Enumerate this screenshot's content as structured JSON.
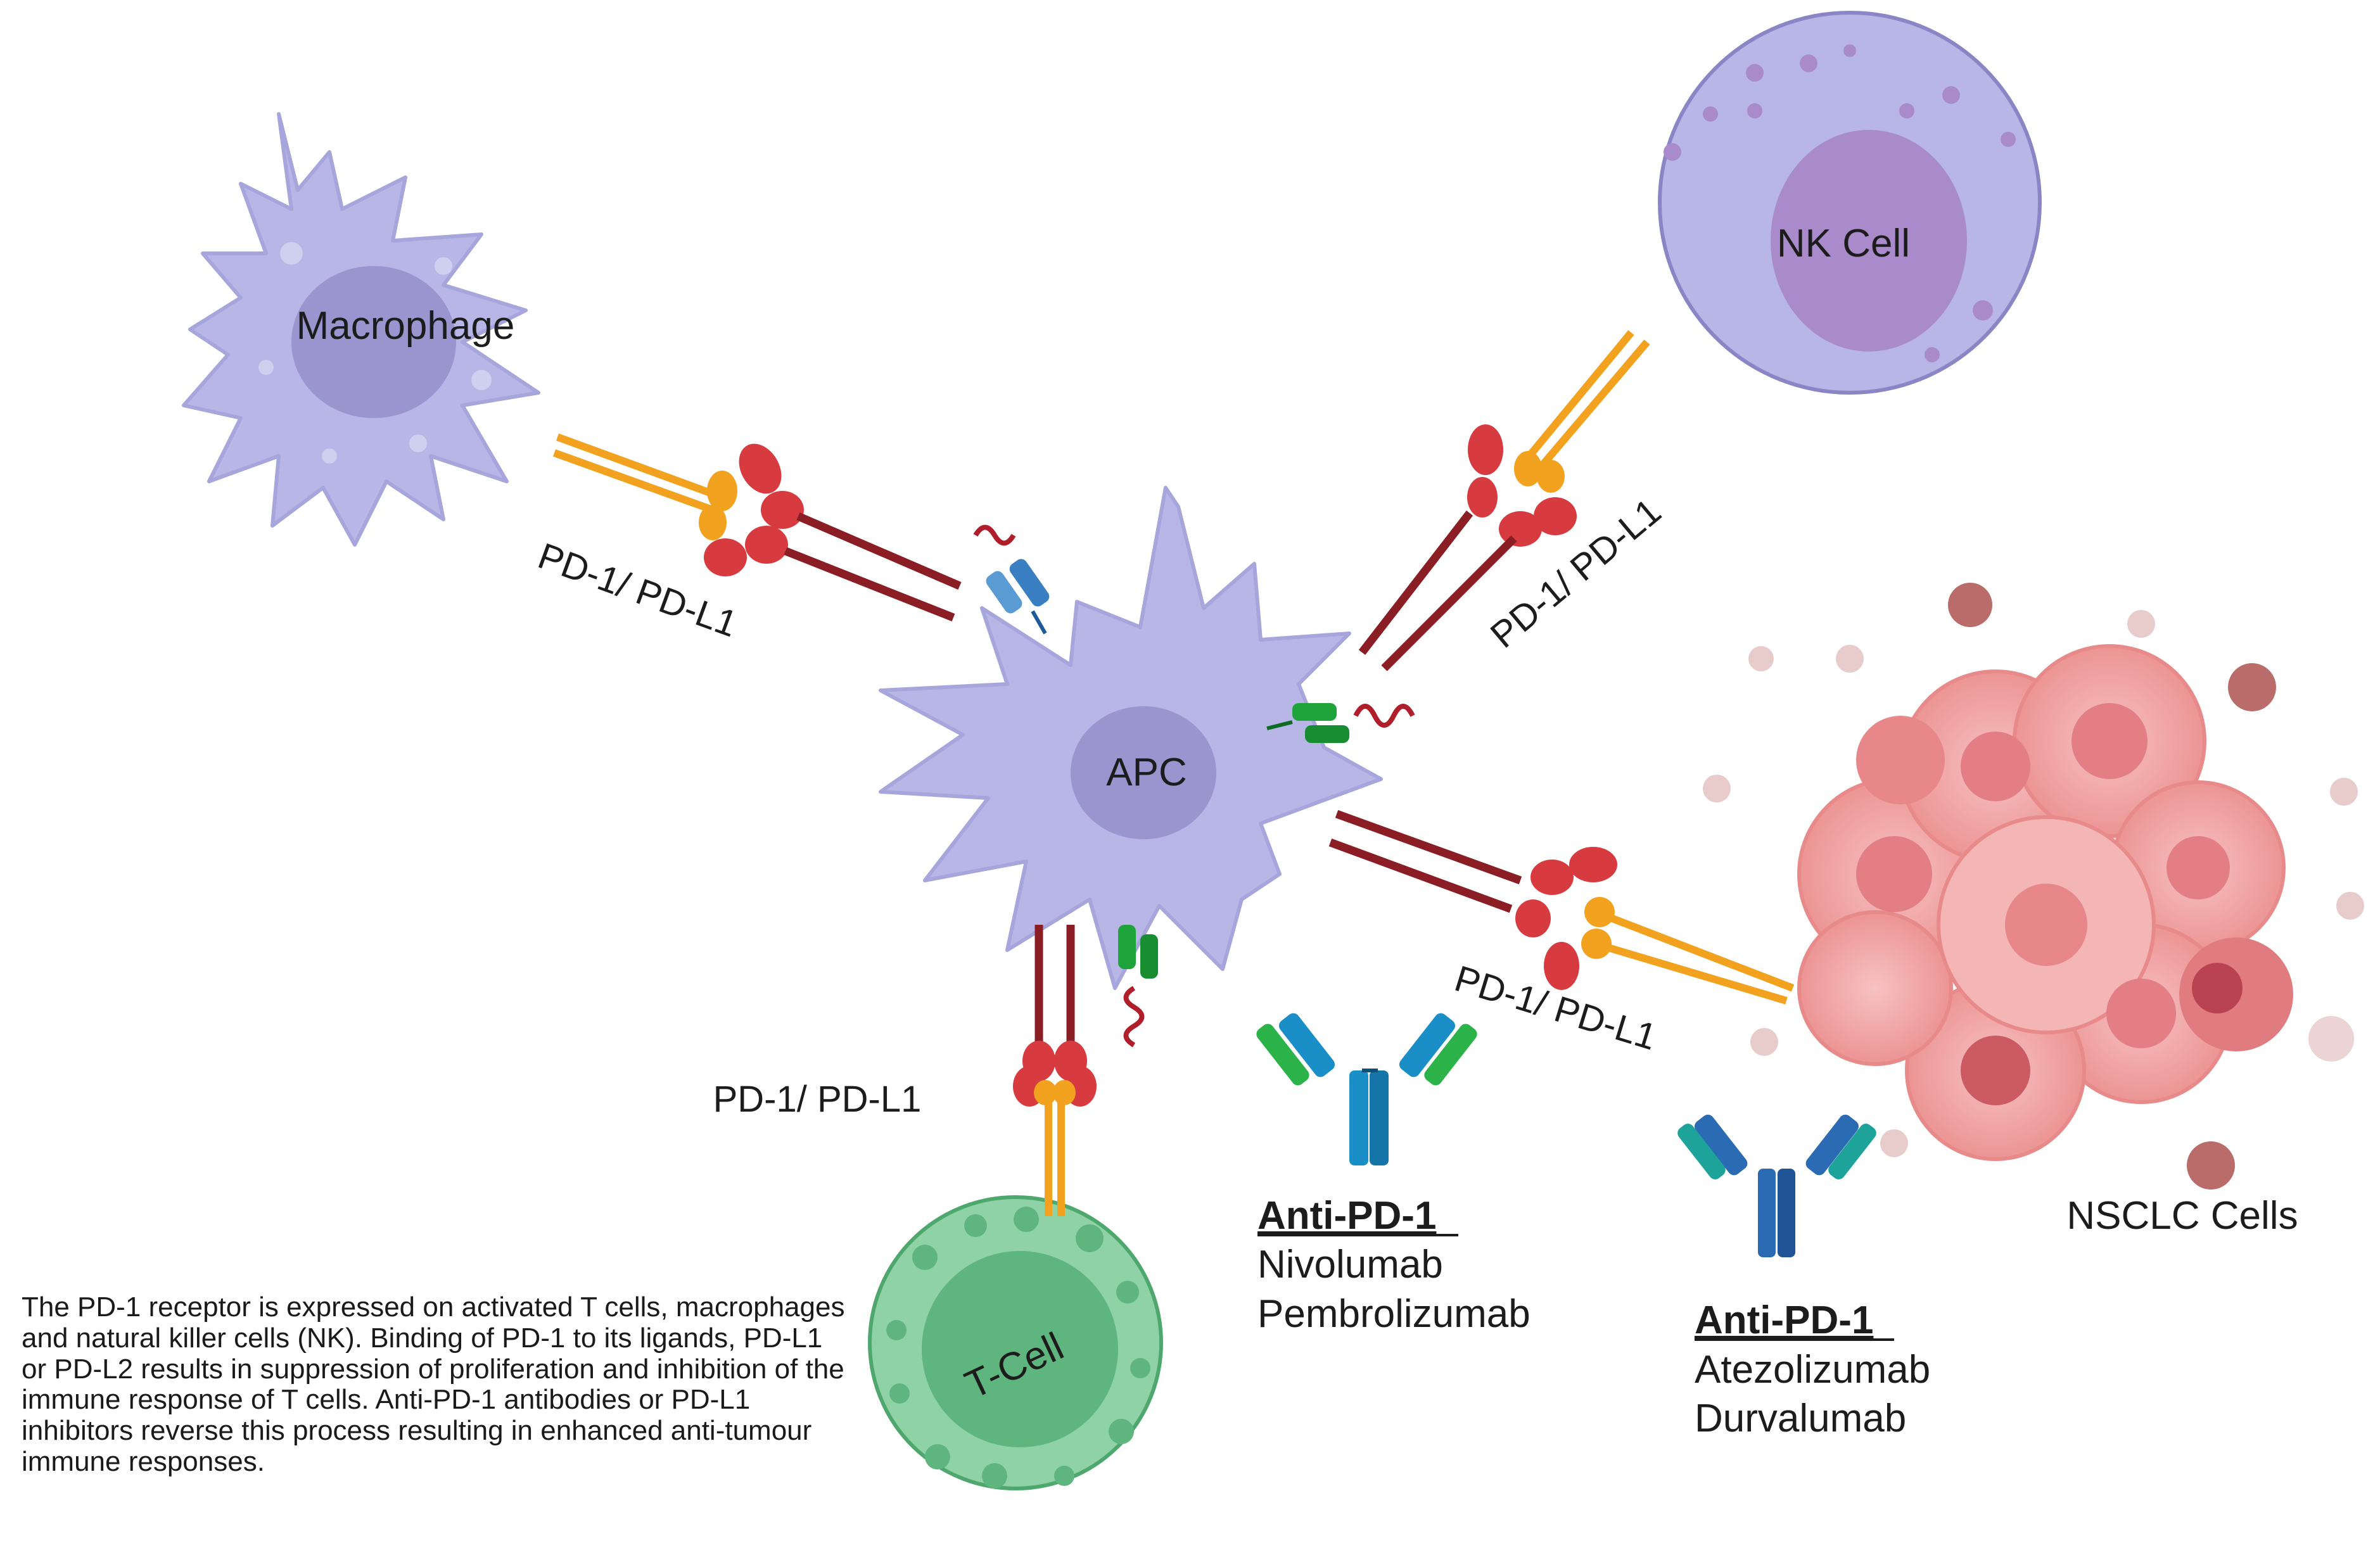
{
  "cells": {
    "macrophage": "Macrophage",
    "nk_cell": "NK Cell",
    "apc": "APC",
    "t_cell": "T-Cell",
    "nsclc": "NSCLC Cells"
  },
  "interaction_labels": {
    "macrophage": "PD-1/ PD-L1",
    "nk_cell": "PD-1/ PD-L1",
    "nsclc": "PD-1/ PD-L1",
    "t_cell": "PD-1/ PD-L1"
  },
  "drug_groups": [
    {
      "title": "Anti-PD-1",
      "drugs": [
        "Nivolumab",
        "Pembrolizumab"
      ]
    },
    {
      "title": "Anti-PD-1",
      "drugs": [
        "Atezolizumab",
        "Durvalumab"
      ]
    }
  ],
  "caption": "The PD-1 receptor is expressed on activated T cells, macrophages and natural killer cells (NK). Binding of PD-1 to its ligands, PD-L1 or PD-L2 results in suppression of proliferation and inhibition of the immune response of T cells. Anti-PD-1 antibodies or PD-L1 inhibitors reverse this process resulting in enhanced anti-tumour immune responses.",
  "colors": {
    "immune_cell": "#b7b6e6",
    "nucleus": "#9a94cf",
    "nk_nucleus": "#a98bcc",
    "tcell": "#7fc99a",
    "tumor": "#f2a9a9",
    "pd1_receptor": "#8b1d24",
    "pdl1_ligand": "#f2a21e",
    "antibody_nivolumab": "#1a8fc7",
    "antibody_atezolizumab": "#2a6bb3"
  }
}
